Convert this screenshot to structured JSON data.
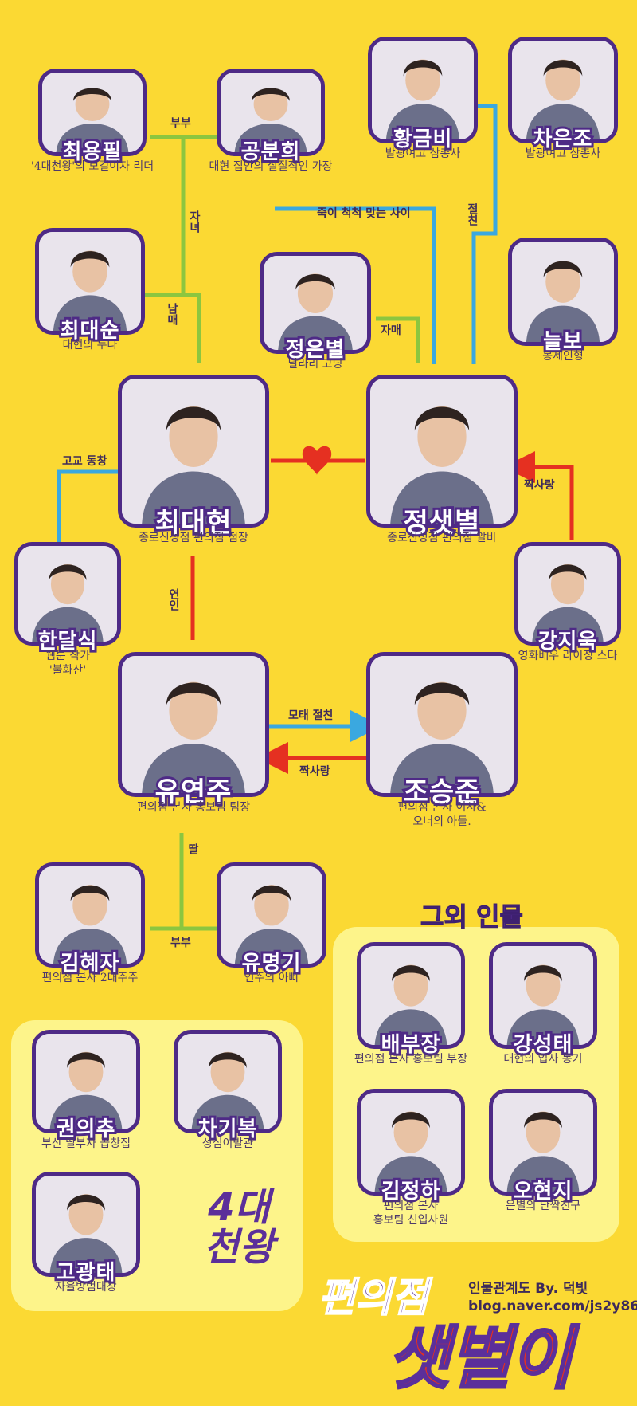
{
  "title_main": "편의점",
  "title_sub": "샛별이",
  "credit": {
    "line1": "인물관계도 By. 덕빛",
    "line2": "blog.naver.com/js2y86"
  },
  "colors": {
    "background": "#fbd933",
    "frame": "#4e2a86",
    "family": "#8cc63f",
    "friend": "#3aa8e0",
    "love": "#e53021",
    "panel": "#fdf48a"
  },
  "characters": {
    "choi_yongpil": {
      "name": "최용필",
      "desc": "'4대천왕'의 보컬이자 리더"
    },
    "gong_bunhee": {
      "name": "공분희",
      "desc": "대현 집안의 실질적인 가장"
    },
    "hwang_geumbi": {
      "name": "황금비",
      "desc": "발광여고 삼총사"
    },
    "cha_eunjo": {
      "name": "차은조",
      "desc": "발광여고 삼총사"
    },
    "choi_daesun": {
      "name": "최대순",
      "desc": "대현의 누나"
    },
    "jeong_eunbyeol": {
      "name": "정은별",
      "desc": "날라리 고딩"
    },
    "neulbo": {
      "name": "늘보",
      "desc": "봉제인형"
    },
    "choi_daehyun": {
      "name": "최대현",
      "desc": "종로신성점 편의점 점장"
    },
    "jeong_saetbyeol": {
      "name": "정샛별",
      "desc": "종로신성점 편의점 알바"
    },
    "han_dalsik": {
      "name": "한달식",
      "desc1": "웹툰 작가",
      "desc2": "'불화산'"
    },
    "kang_jiwook": {
      "name": "강지욱",
      "desc": "영화배우 라이징 스타"
    },
    "yoo_yeonju": {
      "name": "유연주",
      "desc": "편의점 본사 홍보팀 팀장"
    },
    "jo_seungjun": {
      "name": "조승준",
      "desc1": "편의점 본사 이사&",
      "desc2": "오너의 아들."
    },
    "kim_hyeja": {
      "name": "김혜자",
      "desc": "편의점 본사 2대주주"
    },
    "yoo_myeonggi": {
      "name": "유명기",
      "desc": "연주의 아빠"
    },
    "bae_bujang": {
      "name": "배부장",
      "desc": "편의점 본사 홍보팀 부장"
    },
    "kang_seongtae": {
      "name": "강성태",
      "desc": "대현의 입사 동기"
    },
    "kim_jeongha": {
      "name": "김정하",
      "desc1": "편의점 본사",
      "desc2": "홍보팀 신입사원"
    },
    "oh_hyeonji": {
      "name": "오현지",
      "desc": "은별의 단짝친구"
    },
    "kwon_euichu": {
      "name": "권의추",
      "desc": "부산 딸부자 곱창집"
    },
    "cha_gibok": {
      "name": "차기복",
      "desc": "성심이발관"
    },
    "go_gwangtae": {
      "name": "고광태",
      "desc": "자율방범대장"
    }
  },
  "relations": {
    "bubu1": "부부",
    "janyeo": "자녀",
    "nammae1": "남매",
    "jugi": "죽이 척척 맞는 사이",
    "jeolchin1": "절친",
    "nammae2": "자매",
    "gogyo": "고교 동창",
    "jaksarang1": "짝사랑",
    "yeonin": "연인",
    "motae": "모태 절친",
    "jaksarang2": "짝사랑",
    "ttal": "딸",
    "bubu2": "부부"
  },
  "sections": {
    "others_title": "그외 인물",
    "four_kings_line1": "4대",
    "four_kings_line2": "천왕"
  }
}
